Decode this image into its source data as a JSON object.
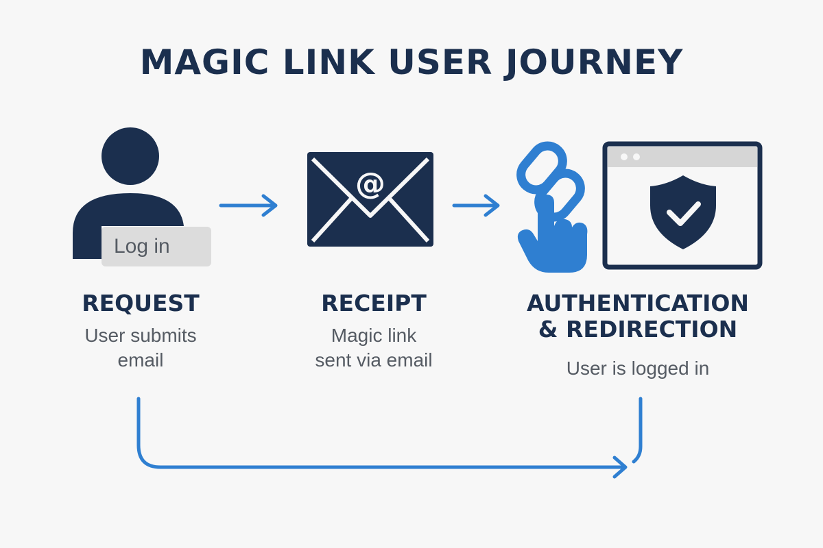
{
  "title": "MAGIC LINK USER JOURNEY",
  "colors": {
    "navy": "#1b2f4e",
    "blue": "#2f7fd1",
    "gray_text": "#555b63",
    "background": "#f7f7f7",
    "login_box": "#dcdcdc"
  },
  "steps": [
    {
      "icon": "user-icon",
      "button_label": "Log in",
      "title": "REQUEST",
      "description_lines": [
        "User submits",
        "email"
      ]
    },
    {
      "icon": "envelope-icon",
      "title": "RECEIPT",
      "description_lines": [
        "Magic link",
        "sent via email"
      ]
    },
    {
      "icons": [
        "link-icon",
        "pointer-hand-icon",
        "browser-window-icon",
        "shield-check-icon"
      ],
      "title_lines": [
        "AUTHENTICATION",
        "& REDIRECTION"
      ],
      "description_lines": [
        "User is logged in"
      ]
    }
  ]
}
